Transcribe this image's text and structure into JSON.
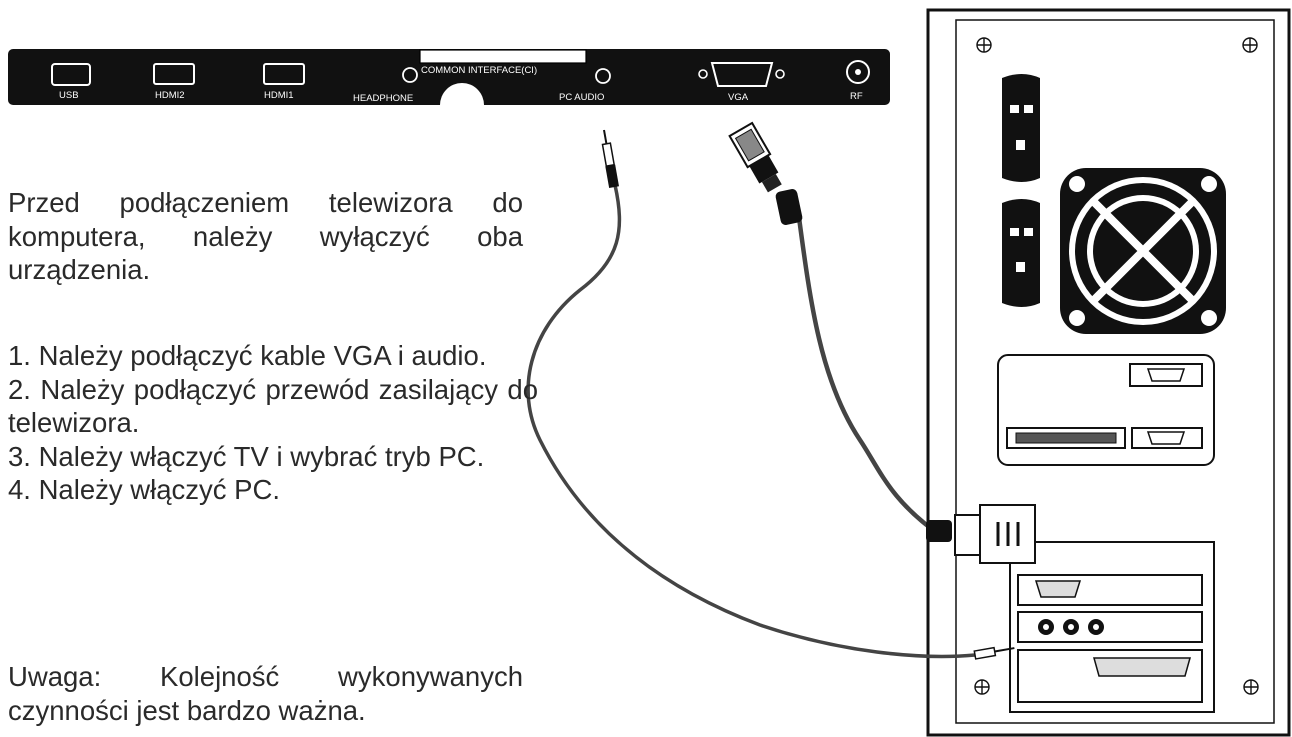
{
  "tv_panel": {
    "ports": [
      "USB",
      "HDMI2",
      "HDMI1",
      "HEADPHONE",
      "COMMON INTERFACE(CI)",
      "PC AUDIO",
      "VGA",
      "RF"
    ]
  },
  "instructions": {
    "intro": "Przed podłączeniem telewizora do komputera, należy wyłączyć oba urządzenia.",
    "steps": [
      "1. Należy podłączyć kable VGA i audio.",
      "2. Należy podłączyć przewód zasilający do telewizora.",
      "3. Należy włączyć TV i wybrać tryb PC.",
      "4. Należy włączyć PC."
    ],
    "note": "Uwaga: Kolejność wykonywanych czynności jest bardzo ważna."
  },
  "colors": {
    "panel": "#111111",
    "cable": "#444444",
    "text": "#2a2a2a"
  }
}
